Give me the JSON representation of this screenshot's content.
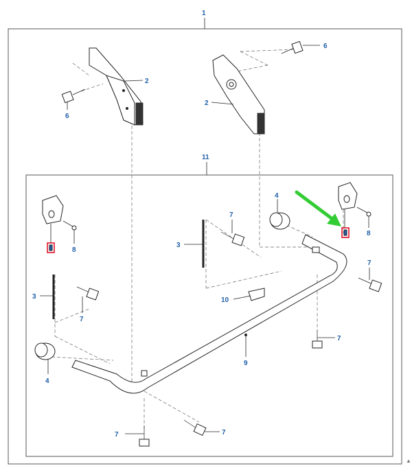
{
  "callouts": {
    "frame_outer": "1",
    "bracket_left": "2",
    "bracket_right": "2",
    "rod_upper": "3",
    "rod_lower": "3",
    "bush_upper": "4",
    "bush_lower": "4",
    "bolt_top_right": "6",
    "bolt_top_left": "6",
    "bolt_mid": "7",
    "bolt_right": "7",
    "bolt_left": "7",
    "bolt_bottom_right_vertical": "7",
    "bolt_bottom_left": "7",
    "bolt_bottom_right": "7",
    "clip_left": "8",
    "clip_right": "8",
    "tube": "9",
    "label_plate": "10",
    "frame_inner": "11",
    "corner_mark": "▲"
  },
  "colors": {
    "callout": "#1f5fa8",
    "highlight": "#e0001b",
    "arrow": "#33cc33"
  }
}
